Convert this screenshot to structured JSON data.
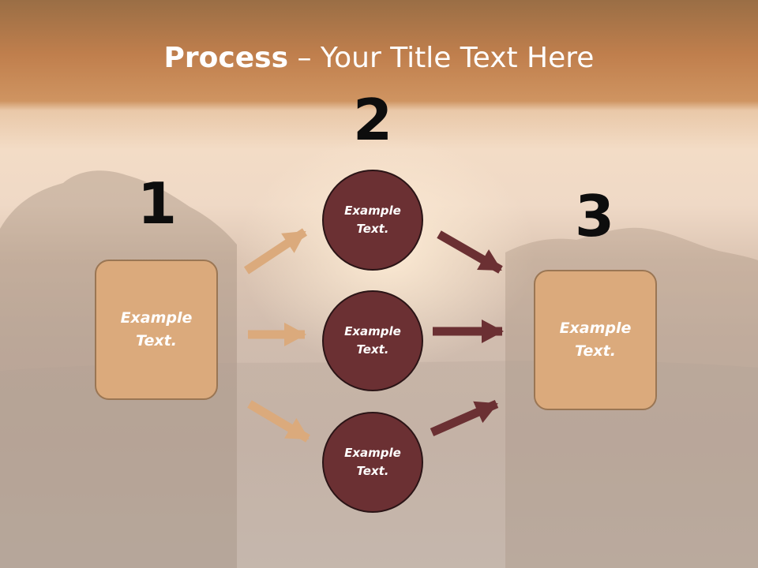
{
  "title": {
    "bold": "Process",
    "rest": " – Your Title Text Here"
  },
  "steps": {
    "n1": "1",
    "n2": "2",
    "n3": "3"
  },
  "left_box": {
    "text": "Example Text."
  },
  "right_box": {
    "text": "Example Text."
  },
  "circles": [
    {
      "text": "Example Text."
    },
    {
      "text": "Example Text."
    },
    {
      "text": "Example Text."
    }
  ],
  "colors": {
    "box": "#dbaa7c",
    "circle": "#6b3033",
    "arrow_light": "#dbaa7c",
    "arrow_dark": "#6b3033"
  }
}
